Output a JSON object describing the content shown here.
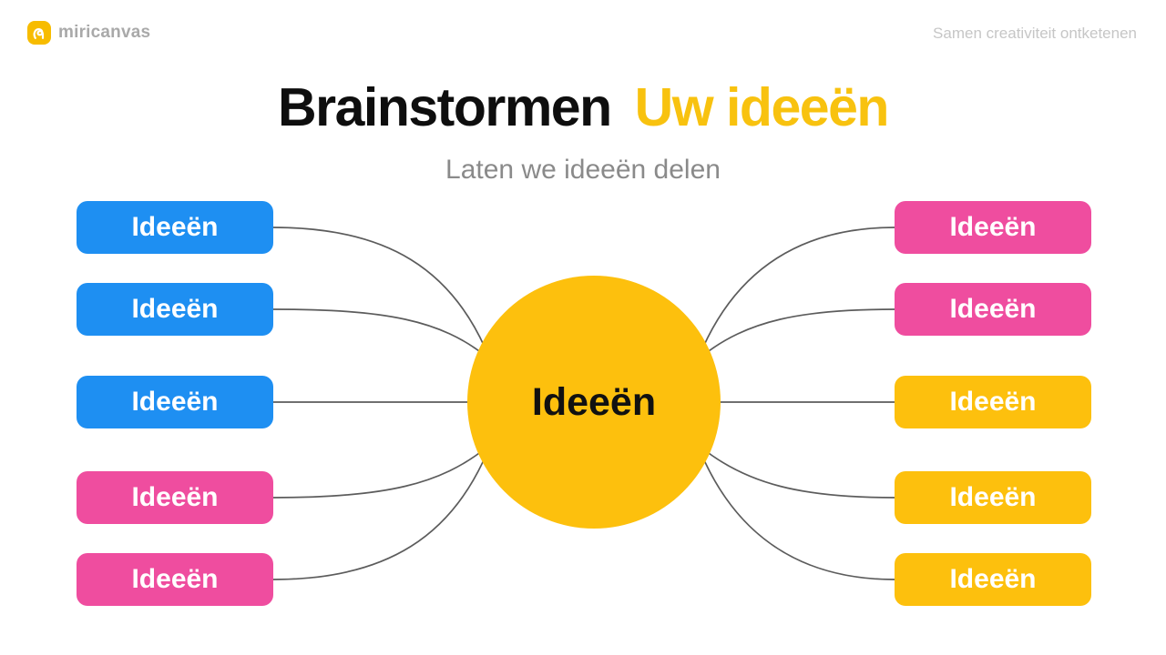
{
  "header": {
    "logo_text": "miricanvas",
    "tagline": "Samen creativiteit ontketenen"
  },
  "title": {
    "part_black": "Brainstormen",
    "part_accent": "Uw ideeën",
    "accent_color": "#F8C20F"
  },
  "subtitle": "Laten we ideeën delen",
  "diagram": {
    "center_label": "Ideeën",
    "center_color": "#FDC00D",
    "connector_color": "#5c5c5c",
    "left_nodes": [
      {
        "label": "Ideeën",
        "color": "#1E8FF2"
      },
      {
        "label": "Ideeën",
        "color": "#1E8FF2"
      },
      {
        "label": "Ideeën",
        "color": "#1E8FF2"
      },
      {
        "label": "Ideeën",
        "color": "#EF4D9F"
      },
      {
        "label": "Ideeën",
        "color": "#EF4D9F"
      }
    ],
    "right_nodes": [
      {
        "label": "Ideeën",
        "color": "#EF4D9F"
      },
      {
        "label": "Ideeën",
        "color": "#EF4D9F"
      },
      {
        "label": "Ideeën",
        "color": "#FDC00D"
      },
      {
        "label": "Ideeën",
        "color": "#FDC00D"
      },
      {
        "label": "Ideeën",
        "color": "#FDC00D"
      }
    ]
  },
  "colors": {
    "logo_bg": "#F7BC00",
    "blue": "#1E8FF2",
    "pink": "#EF4D9F",
    "yellow": "#FDC00D"
  }
}
